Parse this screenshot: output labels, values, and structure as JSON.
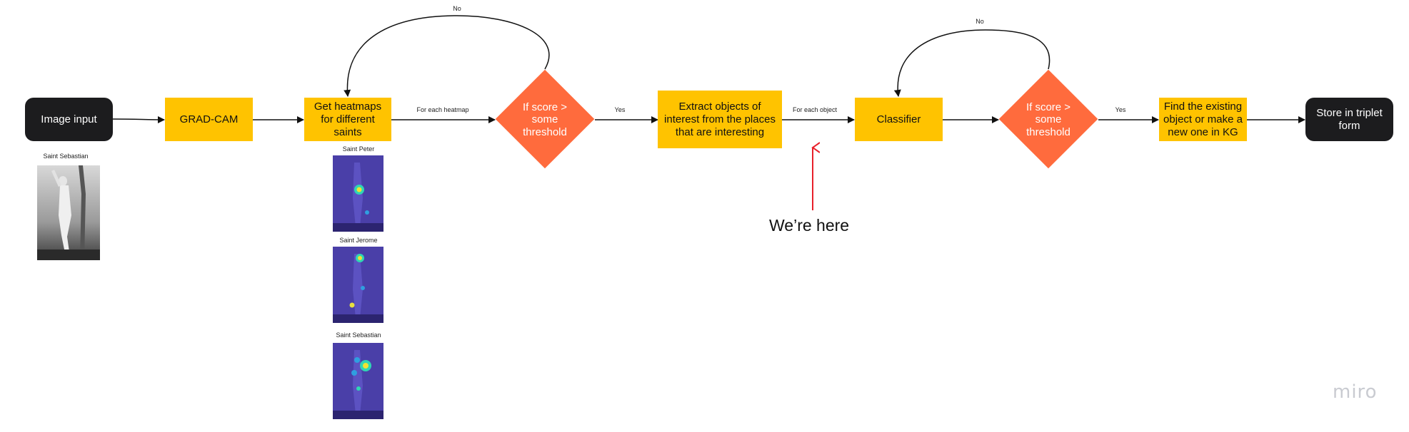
{
  "nodes": {
    "image_input": "Image input",
    "gradcam": "GRAD-CAM",
    "heatmaps": "Get heatmaps for different saints",
    "threshold1": "If score > some threshold",
    "extract": "Extract objects of interest from the places that are interesting",
    "classifier": "Classifier",
    "threshold2": "If score > some threshold",
    "find": "Find the existing object or make a new one in KG",
    "store": "Store in triplet form"
  },
  "edge_labels": {
    "for_each_heatmap": "For each heatmap",
    "yes1": "Yes",
    "no1": "No",
    "for_each_object": "For each object",
    "yes2": "Yes",
    "no2": "No"
  },
  "images": {
    "input_caption": "Saint Sebastian",
    "heatmap_captions": [
      "Saint Peter",
      "Saint Jerome",
      "Saint Sebastian"
    ]
  },
  "annotation": "We’re here",
  "watermark": "miro",
  "colors": {
    "terminal": "#1c1c1e",
    "process": "#ffc300",
    "decision": "#ff6b3d",
    "annotation_arrow": "#e8202a",
    "heatmap_bg": "#4a3fa8"
  }
}
